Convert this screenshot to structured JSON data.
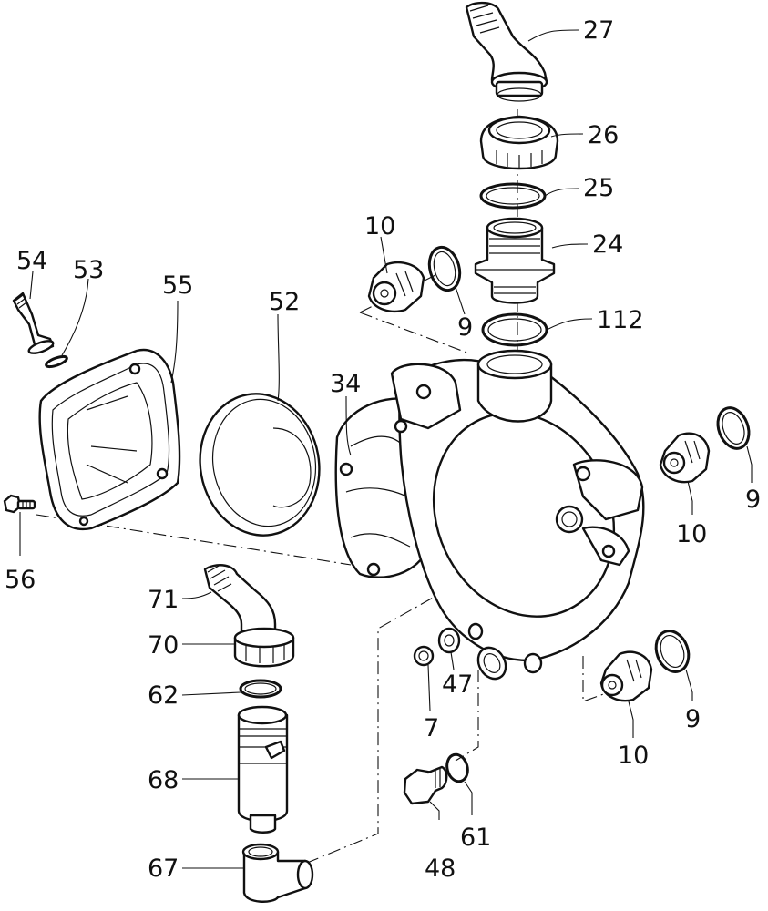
{
  "title": "Pump exploded parts diagram",
  "parts": [
    {
      "id": "27",
      "name": "hose-barb-elbow-outlet"
    },
    {
      "id": "26",
      "name": "union-nut"
    },
    {
      "id": "25",
      "name": "o-ring"
    },
    {
      "id": "24",
      "name": "threaded-nipple"
    },
    {
      "id": "112",
      "name": "o-ring"
    },
    {
      "id": "10",
      "name": "valve-top-left"
    },
    {
      "id": "9",
      "name": "valve-seal-top-left"
    },
    {
      "id": "10",
      "name": "valve-right"
    },
    {
      "id": "9",
      "name": "valve-seal-right"
    },
    {
      "id": "10",
      "name": "valve-bottom-right"
    },
    {
      "id": "9",
      "name": "valve-seal-bottom-right"
    },
    {
      "id": "54",
      "name": "air-valve"
    },
    {
      "id": "53",
      "name": "air-valve-washer"
    },
    {
      "id": "55",
      "name": "diaphragm-cover"
    },
    {
      "id": "52",
      "name": "diaphragm"
    },
    {
      "id": "34",
      "name": "pump-housing"
    },
    {
      "id": "56",
      "name": "cover-bolt"
    },
    {
      "id": "71",
      "name": "hose-barb-elbow-inlet"
    },
    {
      "id": "70",
      "name": "union-nut-inlet"
    },
    {
      "id": "62",
      "name": "o-ring-inlet"
    },
    {
      "id": "68",
      "name": "suction-filter"
    },
    {
      "id": "67",
      "name": "elbow-fitting"
    },
    {
      "id": "47",
      "name": "washer"
    },
    {
      "id": "7",
      "name": "nut"
    },
    {
      "id": "48",
      "name": "drain-plug"
    },
    {
      "id": "61",
      "name": "drain-plug-seal"
    }
  ]
}
